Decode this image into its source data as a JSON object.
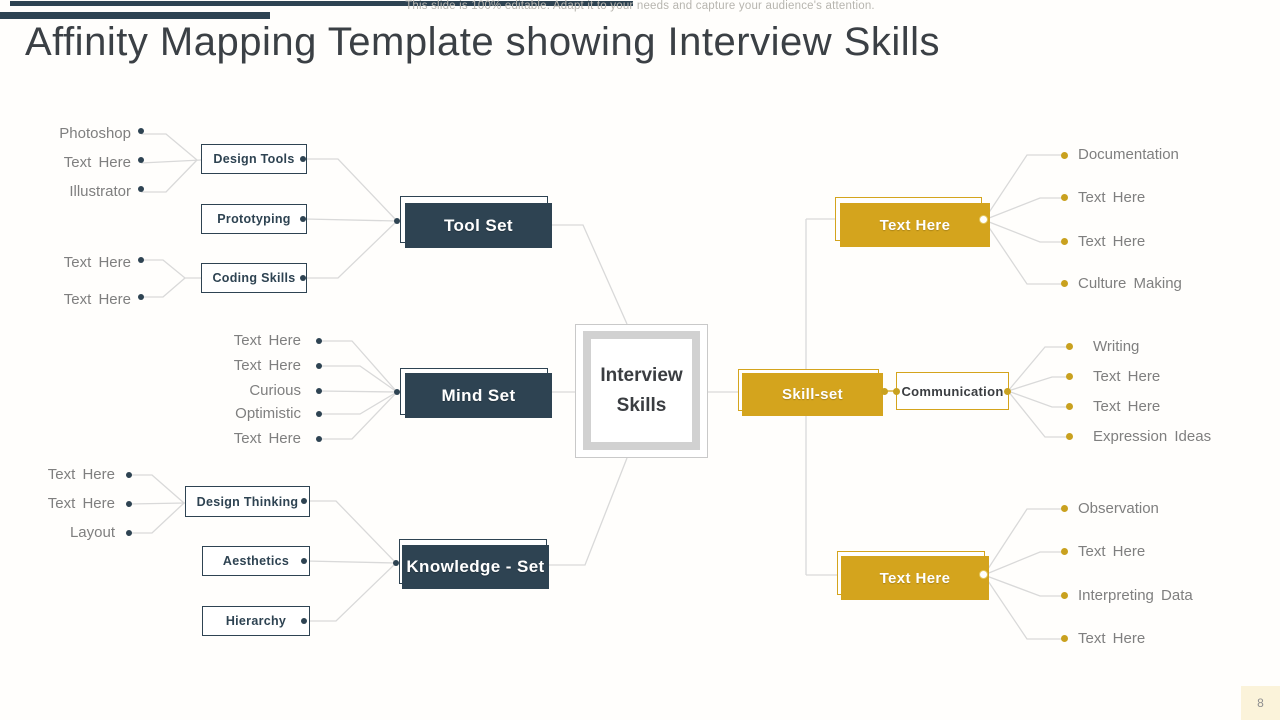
{
  "header": {
    "title": "Affinity Mapping Template showing Interview Skills"
  },
  "center": {
    "label": "Interview Skills"
  },
  "left": {
    "tool_set": {
      "label": "Tool Set",
      "boxes": [
        {
          "label": "Design Tools"
        },
        {
          "label": "Prototyping"
        },
        {
          "label": "Coding Skills"
        }
      ],
      "leaves_top": [
        "Photoshop",
        "Text Here",
        "Illustrator"
      ],
      "leaves_bottom": [
        "Text Here",
        "Text Here"
      ]
    },
    "mind_set": {
      "label": "Mind Set",
      "leaves": [
        "Text Here",
        "Text Here",
        "Curious",
        "Optimistic",
        "Text Here"
      ]
    },
    "knowledge_set": {
      "label": "Knowledge - Set",
      "boxes": [
        {
          "label": "Design Thinking"
        },
        {
          "label": "Aesthetics"
        },
        {
          "label": "Hierarchy"
        }
      ],
      "leaves_top": [
        "Text Here",
        "Text Here",
        "Layout"
      ]
    }
  },
  "right": {
    "top_group": {
      "label": "Text Here",
      "leaves": [
        "Documentation",
        "Text Here",
        "Text Here",
        "Culture Making"
      ]
    },
    "mid_group": {
      "label": "Skill-set",
      "sub_label": "Communication",
      "leaves": [
        "Writing",
        "Text Here",
        "Text Here",
        "Expression Ideas"
      ]
    },
    "bottom_group": {
      "label": "Text Here",
      "leaves": [
        "Observation",
        "Text Here",
        "Interpreting Data",
        "Text Here"
      ]
    }
  },
  "footer": {
    "note": "This slide is 100% editable. Adapt it to your needs and capture your audience's attention.",
    "page_number": "8"
  },
  "colors": {
    "dark_slate": "#2e4352",
    "gold": "#d4a41d",
    "connector_line": "#d9d9d9",
    "leaf_text": "#7f7f7f"
  }
}
